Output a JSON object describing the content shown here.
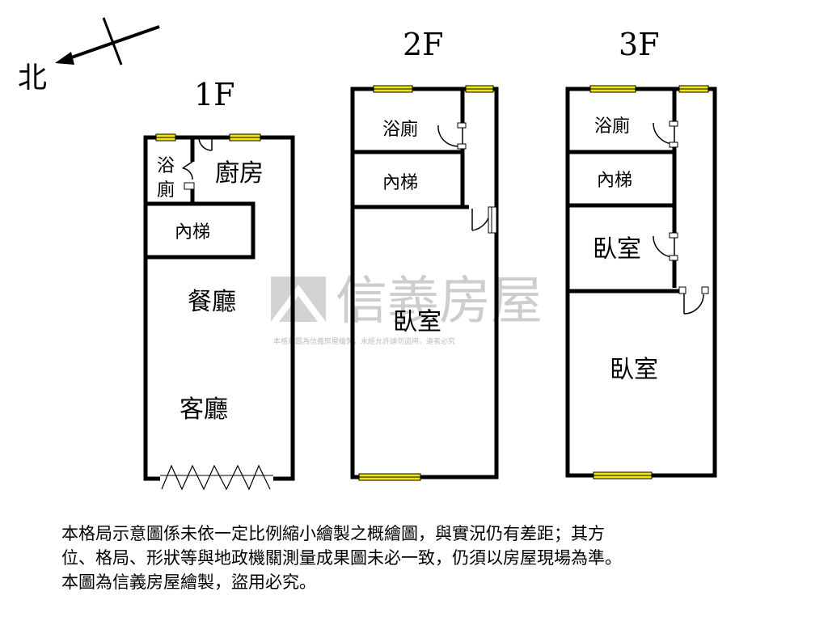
{
  "compass": {
    "north_label": "北"
  },
  "floors": [
    {
      "id": "1f",
      "label": "1F",
      "rooms": {
        "bath_top": "浴",
        "bath_bottom": "廁",
        "kitchen": "廚房",
        "stairs": "內梯",
        "dining": "餐廳",
        "living": "客廳"
      }
    },
    {
      "id": "2f",
      "label": "2F",
      "rooms": {
        "bath": "浴廁",
        "stairs": "內梯",
        "bedroom": "臥室"
      }
    },
    {
      "id": "3f",
      "label": "3F",
      "rooms": {
        "bath": "浴廁",
        "stairs": "內梯",
        "bedroom_small": "臥室",
        "bedroom_large": "臥室"
      }
    }
  ],
  "watermark": {
    "name": "信義房屋",
    "notice": "本格局圖為信義房屋繪製，未經允許請勿盜用，違者必究"
  },
  "disclaimer": {
    "lines": [
      "本格局示意圖係未依一定比例縮小繪製之概繪圖，與實況仍有差距；其方",
      "位、格局、形狀等與地政機關測量成果圖未必一致，仍須以房屋現場為準。",
      "本圖為信義房屋繪製，盜用必究。"
    ]
  },
  "colors": {
    "window_fill": "#f2e600",
    "wall": "#000000",
    "watermark": "#c8c8c8"
  }
}
